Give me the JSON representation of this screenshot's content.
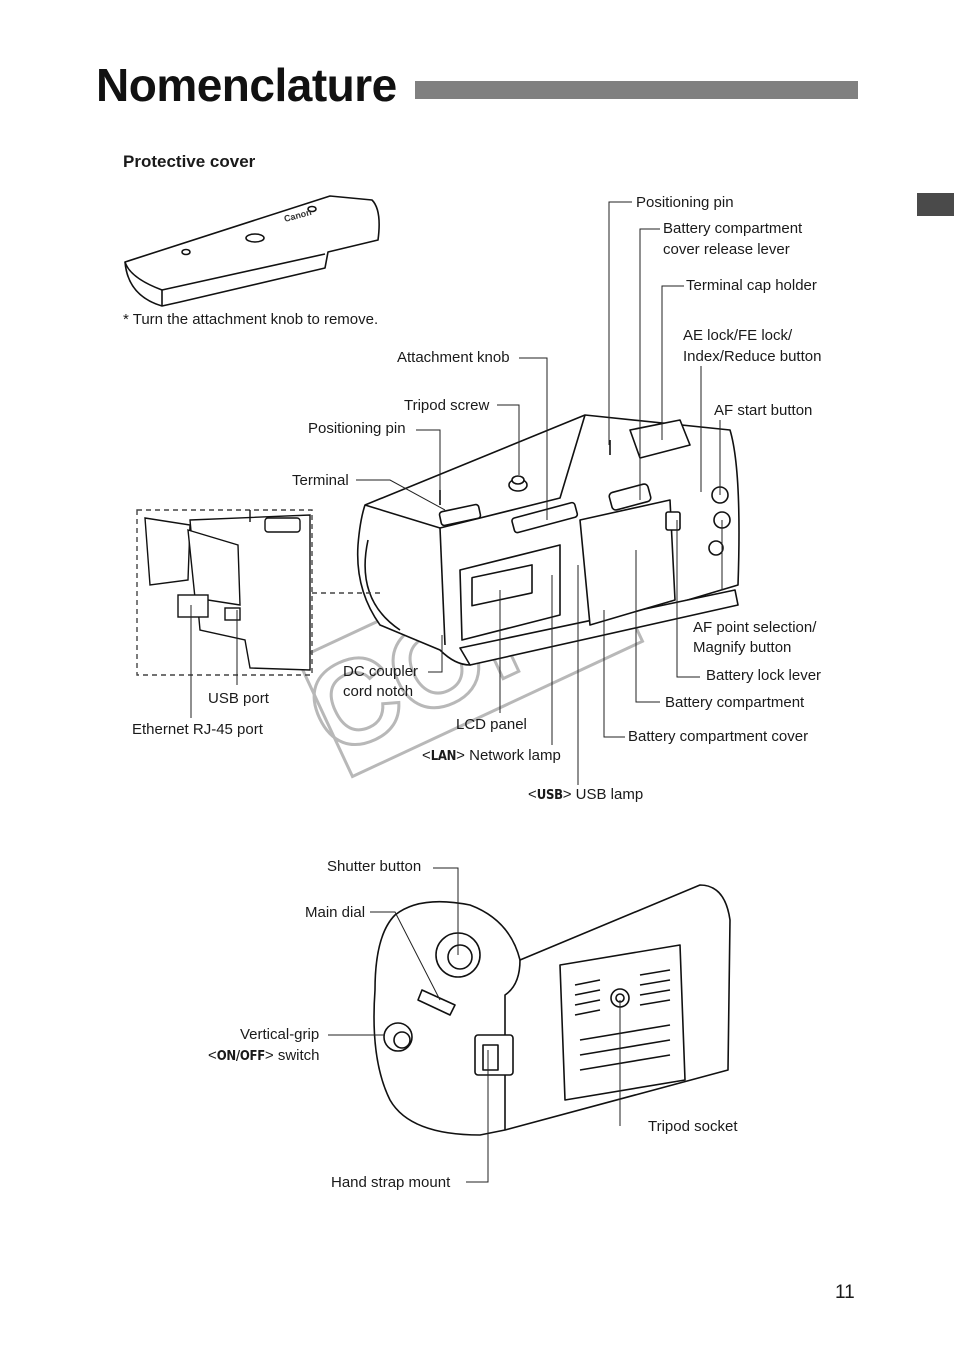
{
  "title": "Nomenclature",
  "section": "Protective cover",
  "note": "* Turn the attachment knob to remove.",
  "watermark": "COPY",
  "page_number": "11",
  "labels": {
    "positioning_pin_top": "Positioning pin",
    "batt_cover_release_1": "Battery compartment",
    "batt_cover_release_2": "cover release lever",
    "terminal_cap_holder": "Terminal cap holder",
    "ae_lock_1": "AE lock/FE lock/",
    "ae_lock_2": "Index/Reduce button",
    "af_start": "AF start button",
    "attachment_knob": "Attachment knob",
    "tripod_screw": "Tripod screw",
    "positioning_pin_left": "Positioning pin",
    "terminal": "Terminal",
    "af_point_1": "AF point selection/",
    "af_point_2": "Magnify button",
    "battery_lock": "Battery lock lever",
    "battery_compartment": "Battery compartment",
    "battery_compartment_cover": "Battery compartment cover",
    "dc_coupler_1": "DC coupler",
    "dc_coupler_2": "cord notch",
    "usb_port": "USB port",
    "ethernet_port": "Ethernet RJ-45 port",
    "lcd_panel": "LCD panel",
    "lan_symbol": "LAN",
    "lan_lamp": "Network lamp",
    "usb_symbol": "USB",
    "usb_lamp": "USB lamp",
    "shutter_button": "Shutter button",
    "main_dial": "Main dial",
    "vgrip_1": "Vertical-grip",
    "onoff_symbol": "ON/OFF",
    "vgrip_switch": "switch",
    "tripod_socket": "Tripod socket",
    "hand_strap": "Hand strap mount"
  }
}
